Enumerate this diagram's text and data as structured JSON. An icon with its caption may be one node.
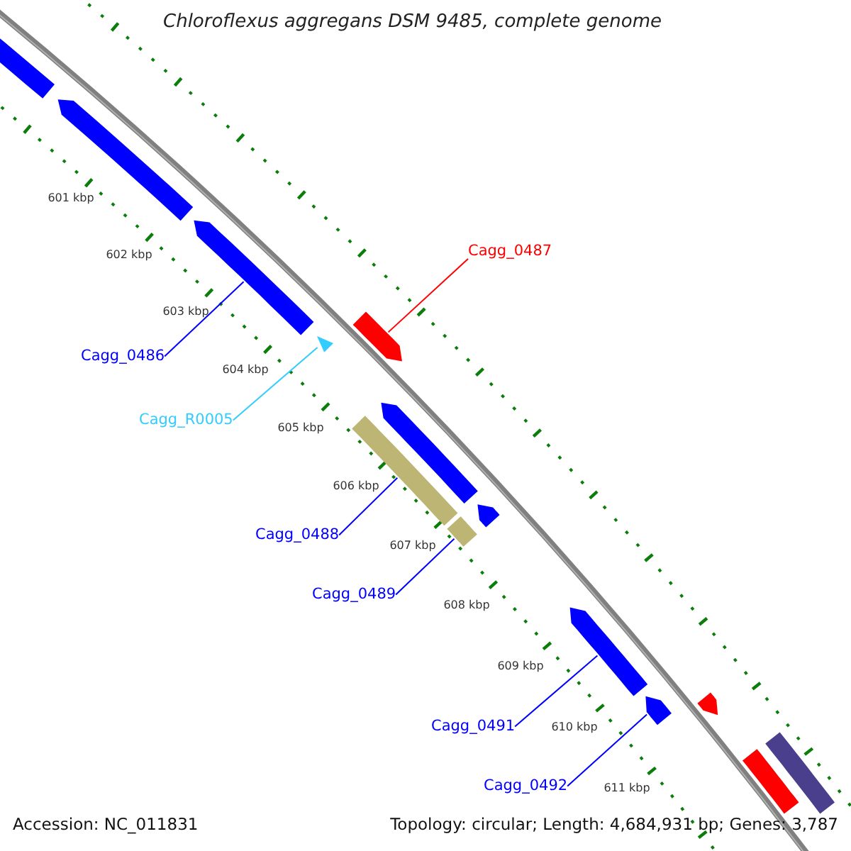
{
  "diagram": {
    "title": "Chloroflexus aggregans DSM 9485, complete genome",
    "nodes": [
      {
        "text": [
          "Cagg_0487"
        ]
      },
      {
        "text": [
          "Cagg_0486"
        ]
      },
      {
        "text": [
          "Cagg_R0005"
        ]
      },
      {
        "text": [
          "Cagg_0488"
        ]
      },
      {
        "text": [
          "Cagg_0489"
        ]
      },
      {
        "text": [
          "Cagg_0491"
        ]
      },
      {
        "text": [
          "Cagg_0492"
        ]
      },
      {
        "text": [],
        "shape": "bar"
      },
      {
        "text": [],
        "shape": "bar"
      },
      {
        "text": [],
        "shape": "bar"
      },
      {
        "text": [],
        "shape": "triangle"
      },
      {
        "text": [],
        "shape": "bar"
      },
      {
        "text": [],
        "shape": "bar"
      },
      {
        "text": [],
        "shape": "bar"
      },
      {
        "text": [],
        "shape": "bar"
      },
      {
        "text": [],
        "shape": "bar"
      },
      {
        "text": [],
        "shape": "bar"
      },
      {
        "text": [],
        "shape": "bar"
      },
      {
        "text": [],
        "shape": "bar"
      },
      {
        "text": [],
        "shape": "bar"
      },
      {
        "text": [],
        "shape": "bar"
      }
    ],
    "edges": [
      {
        "from": 0,
        "to": 11,
        "arrow": "none",
        "color": "#ff0000"
      },
      {
        "from": 1,
        "to": 9,
        "arrow": "none"
      },
      {
        "from": 2,
        "to": 10,
        "arrow": "none",
        "color": "#33ccff"
      },
      {
        "from": 3,
        "to": 12,
        "arrow": "none"
      },
      {
        "from": 4,
        "to": 14,
        "arrow": "none"
      },
      {
        "from": 5,
        "to": 16,
        "arrow": "none"
      },
      {
        "from": 6,
        "to": 17,
        "arrow": "none"
      }
    ],
    "labels": [
      "601 kbp",
      "602 kbp",
      "603 kbp",
      "604 kbp",
      "605 kbp",
      "606 kbp",
      "607 kbp",
      "608 kbp",
      "609 kbp",
      "610 kbp",
      "611 kbp",
      "Accession: NC_011831",
      "Topology: circular; Length: 4,684,931 bp; Genes: 3,787"
    ]
  }
}
